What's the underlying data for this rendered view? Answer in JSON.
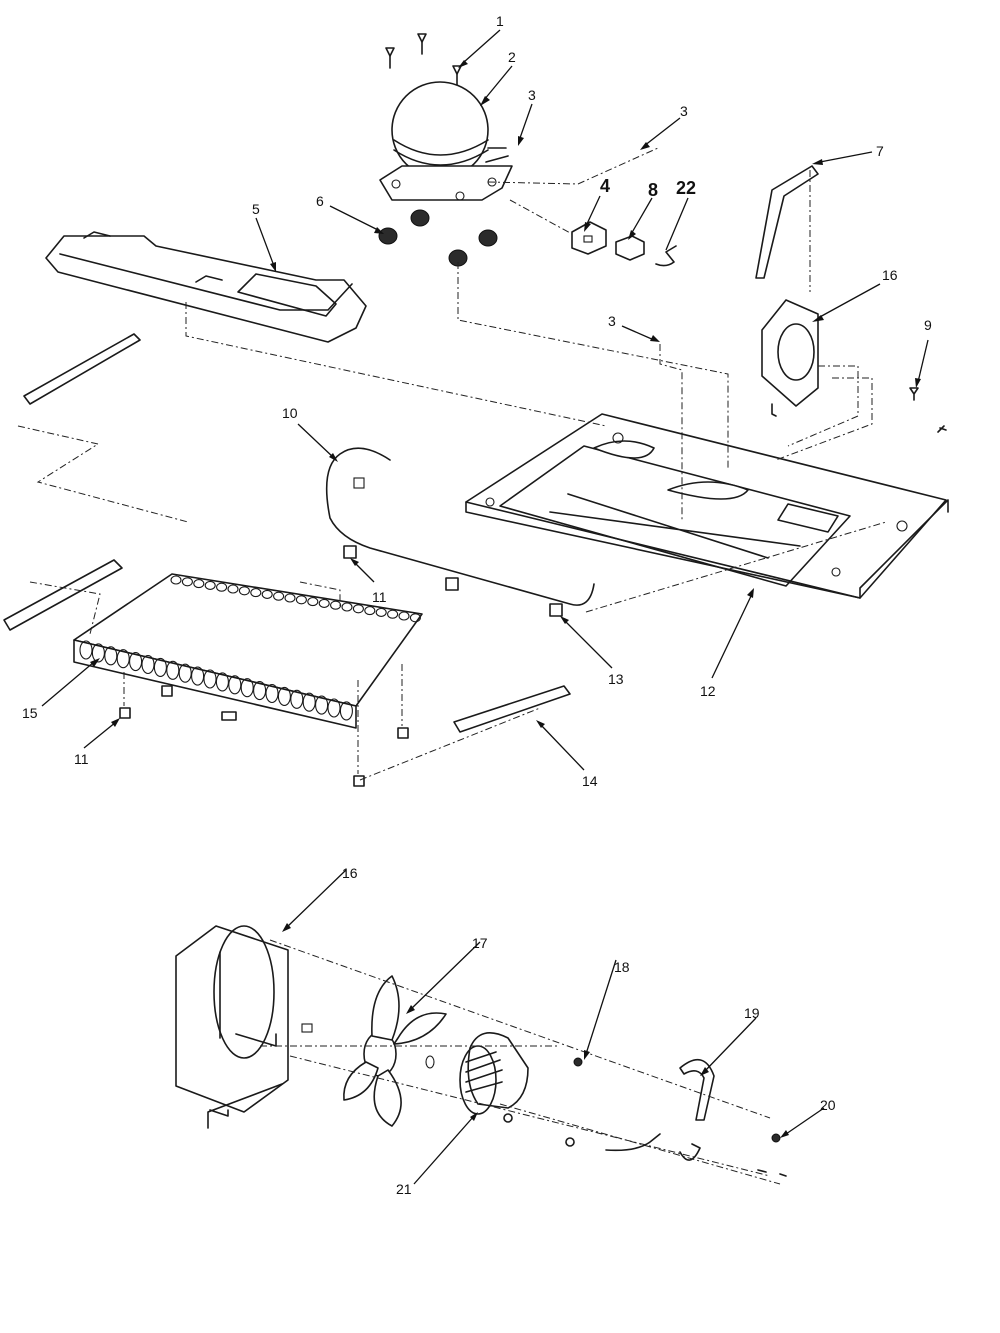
{
  "callouts": {
    "c1": "1",
    "c2": "2",
    "c3a": "3",
    "c3b": "3",
    "c3c": "3",
    "c4": "4",
    "c5": "5",
    "c6": "6",
    "c7": "7",
    "c8": "8",
    "c9": "9",
    "c10": "10",
    "c11a": "11",
    "c11b": "11",
    "c12": "12",
    "c13": "13",
    "c14": "14",
    "c15": "15",
    "c16a": "16",
    "c16b": "16",
    "c17": "17",
    "c18": "18",
    "c19": "19",
    "c20": "20",
    "c21": "21",
    "c22": "22"
  }
}
